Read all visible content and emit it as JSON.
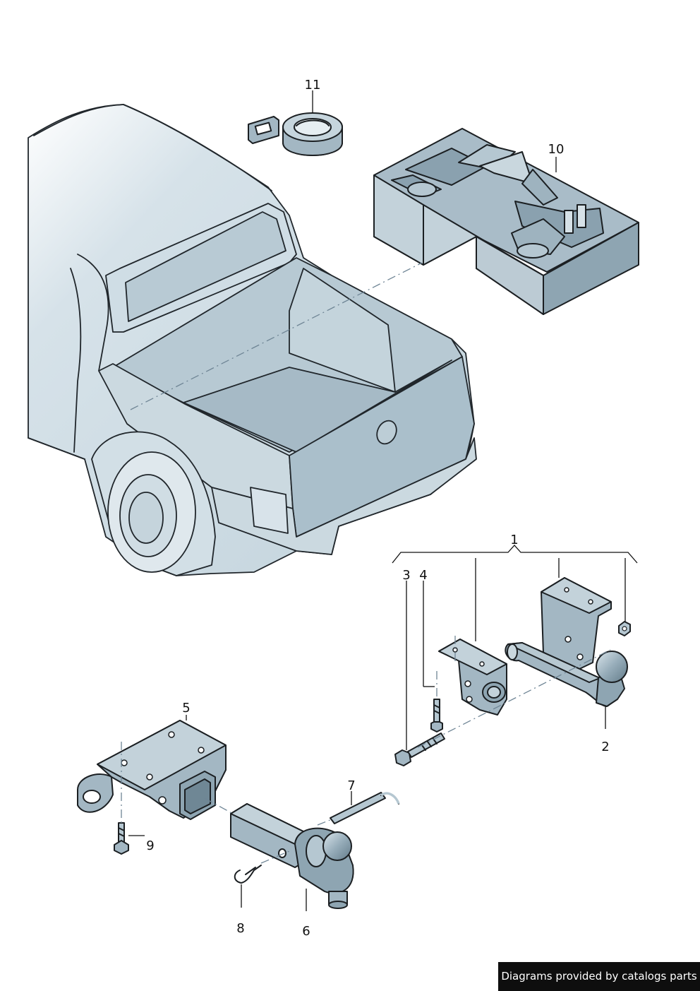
{
  "callouts": {
    "c1": "1",
    "c2": "2",
    "c3": "3",
    "c4": "4",
    "c5": "5",
    "c6": "6",
    "c7": "7",
    "c8": "8",
    "c9": "9",
    "c10": "10",
    "c11": "11"
  },
  "footer": {
    "credit": "Diagrams provided by catalogs parts"
  },
  "colors": {
    "part_fill": "#a3b7c3",
    "part_light": "#c8d6de",
    "part_dark": "#7f98a6",
    "truck_fill": "#dde7ec",
    "truck_shade": "#c4d3db",
    "outline": "#1b1f22"
  }
}
